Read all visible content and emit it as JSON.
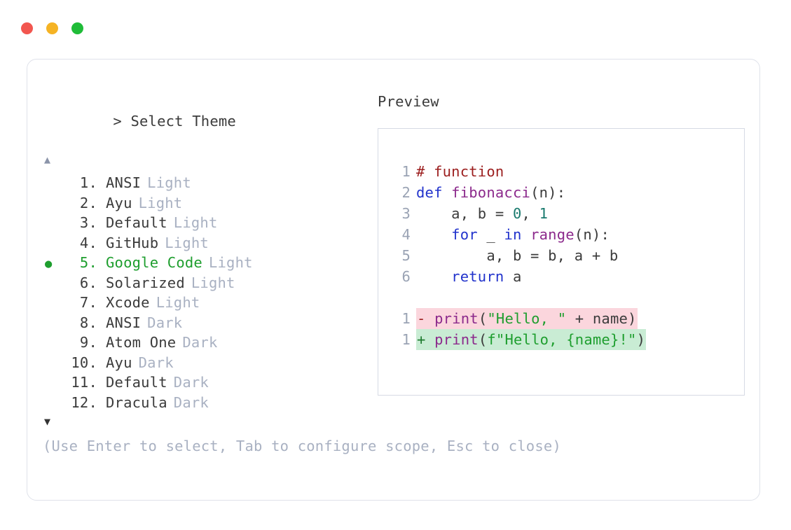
{
  "window": {
    "traffic_lights": [
      {
        "name": "close",
        "color": "#f2564f"
      },
      {
        "name": "minimize",
        "color": "#f5b324"
      },
      {
        "name": "maximize",
        "color": "#1fbc38"
      }
    ]
  },
  "left_pane": {
    "prompt_symbol": "> ",
    "prompt_title": "Select Theme",
    "scroll_up_glyph": "▲",
    "scroll_down_glyph": "▼",
    "selected_bullet": "●",
    "selected_index": 5,
    "themes": [
      {
        "index": "1.",
        "name": "ANSI",
        "mode": "Light",
        "selected": false
      },
      {
        "index": "2.",
        "name": "Ayu",
        "mode": "Light",
        "selected": false
      },
      {
        "index": "3.",
        "name": "Default",
        "mode": "Light",
        "selected": false
      },
      {
        "index": "4.",
        "name": "GitHub",
        "mode": "Light",
        "selected": false
      },
      {
        "index": "5.",
        "name": "Google Code",
        "mode": "Light",
        "selected": true
      },
      {
        "index": "6.",
        "name": "Solarized",
        "mode": "Light",
        "selected": false
      },
      {
        "index": "7.",
        "name": "Xcode",
        "mode": "Light",
        "selected": false
      },
      {
        "index": "8.",
        "name": "ANSI",
        "mode": "Dark",
        "selected": false
      },
      {
        "index": "9.",
        "name": "Atom One",
        "mode": "Dark",
        "selected": false
      },
      {
        "index": "10.",
        "name": "Ayu",
        "mode": "Dark",
        "selected": false
      },
      {
        "index": "11.",
        "name": "Default",
        "mode": "Dark",
        "selected": false
      },
      {
        "index": "12.",
        "name": "Dracula",
        "mode": "Dark",
        "selected": false
      }
    ],
    "hint": "(Use Enter to select, Tab to configure scope, Esc to close)"
  },
  "right_pane": {
    "label": "Preview",
    "code_lines": [
      {
        "num": "1",
        "tokens": [
          {
            "t": "# function",
            "c": "tok-comment"
          }
        ]
      },
      {
        "num": "2",
        "tokens": [
          {
            "t": "def ",
            "c": "tok-kw"
          },
          {
            "t": "fibonacci",
            "c": "tok-fn"
          },
          {
            "t": "(n):",
            "c": "tok-plain"
          }
        ]
      },
      {
        "num": "3",
        "tokens": [
          {
            "t": "    a, b = ",
            "c": "tok-plain"
          },
          {
            "t": "0",
            "c": "tok-num"
          },
          {
            "t": ", ",
            "c": "tok-plain"
          },
          {
            "t": "1",
            "c": "tok-num"
          }
        ]
      },
      {
        "num": "4",
        "tokens": [
          {
            "t": "    ",
            "c": "tok-plain"
          },
          {
            "t": "for",
            "c": "tok-kw"
          },
          {
            "t": " _ ",
            "c": "tok-plain"
          },
          {
            "t": "in",
            "c": "tok-kw"
          },
          {
            "t": " ",
            "c": "tok-plain"
          },
          {
            "t": "range",
            "c": "tok-fn"
          },
          {
            "t": "(n):",
            "c": "tok-plain"
          }
        ]
      },
      {
        "num": "5",
        "tokens": [
          {
            "t": "        a, b = b, a + b",
            "c": "tok-plain"
          }
        ]
      },
      {
        "num": "6",
        "tokens": [
          {
            "t": "    ",
            "c": "tok-plain"
          },
          {
            "t": "return",
            "c": "tok-kw"
          },
          {
            "t": " a",
            "c": "tok-plain"
          }
        ]
      }
    ],
    "diff_lines": [
      {
        "kind": "del",
        "num": "1",
        "sign": "-",
        "tokens": [
          {
            "t": " ",
            "c": "tok-plain"
          },
          {
            "t": "print",
            "c": "tok-fn"
          },
          {
            "t": "(",
            "c": "tok-plain"
          },
          {
            "t": "\"Hello, \"",
            "c": "tok-str"
          },
          {
            "t": " + name)",
            "c": "tok-plain"
          }
        ]
      },
      {
        "kind": "add",
        "num": "1",
        "sign": "+",
        "tokens": [
          {
            "t": " ",
            "c": "tok-plain"
          },
          {
            "t": "print",
            "c": "tok-fn"
          },
          {
            "t": "(",
            "c": "tok-plain"
          },
          {
            "t": "f\"Hello, {name}!\"",
            "c": "tok-str"
          },
          {
            "t": ")",
            "c": "tok-plain"
          }
        ]
      }
    ]
  },
  "colors": {
    "card_border": "#dfe2ea",
    "code_box_border": "#d6dae4",
    "accent_green": "#1e9e2e",
    "muted": "#a9b1c2",
    "text": "#3b3b3b",
    "diff_del_bg": "#fbd6dd",
    "diff_add_bg": "#c9ecd4"
  }
}
